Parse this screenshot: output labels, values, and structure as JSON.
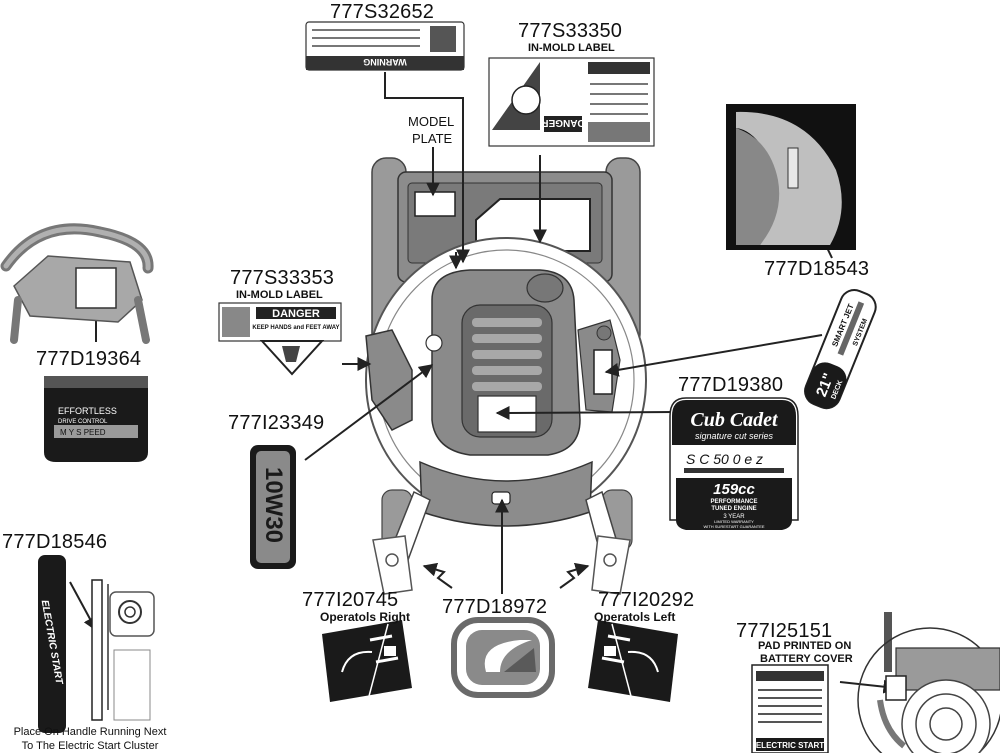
{
  "labels": {
    "p_777S32652": "777S32652",
    "p_777S33350": "777S33350",
    "in_mold_1": "IN-MOLD LABEL",
    "model_plate": [
      "MODEL",
      "PLATE"
    ],
    "p_777S33353": "777S33353",
    "in_mold_2": "IN-MOLD LABEL",
    "p_777D18543": "777D18543",
    "p_777D19364": "777D19364",
    "p_777D19380": "777D19380",
    "p_777I23349": "777I23349",
    "p_777D18546": "777D18546",
    "p_777I20745": "777I20745",
    "operator_right": "Operatols Right",
    "p_777D18972": "777D18972",
    "p_777I20292": "777I20292",
    "operator_left": "Operatols Left",
    "p_777I25151": "777I25151",
    "pad_printed": [
      "PAD PRINTED ON",
      "BATTERY COVER"
    ],
    "handle_note": [
      "Place On Handle Running Next",
      "To The Electric Start Cluster"
    ]
  },
  "decals": {
    "warning": "WARNING",
    "danger": "DANGER",
    "keep_away": "KEEP HANDS and FEET AWAY",
    "effortless": "EFFORTLESS",
    "drive_control": "DRIVE CONTROL",
    "my_speed": "M  Y  S  PEED",
    "oil": "10W30",
    "cub_cadet": "Cub Cadet",
    "signature_cut": "signature cut series",
    "model": "S C 50   0  e z",
    "cc": "159cc",
    "performance": "PERFORMANCE",
    "tuned_engine": "TUNED ENGINE",
    "three_year": "3 YEAR",
    "warranty": "LIMITED WARRANTY",
    "guarantee": "WITH SURESTART GUARANTEE",
    "electric_start": "ELECTRIC START",
    "deck_size": "21\"",
    "deck": "DECK",
    "smart_jet": "SMART JET",
    "system": "SYSTEM"
  },
  "colors": {
    "mower_fill": "#999999",
    "mower_dark": "#5e5e5e",
    "decal_dark": "#1a1a1a",
    "logo_green": "#6a6a6a"
  }
}
